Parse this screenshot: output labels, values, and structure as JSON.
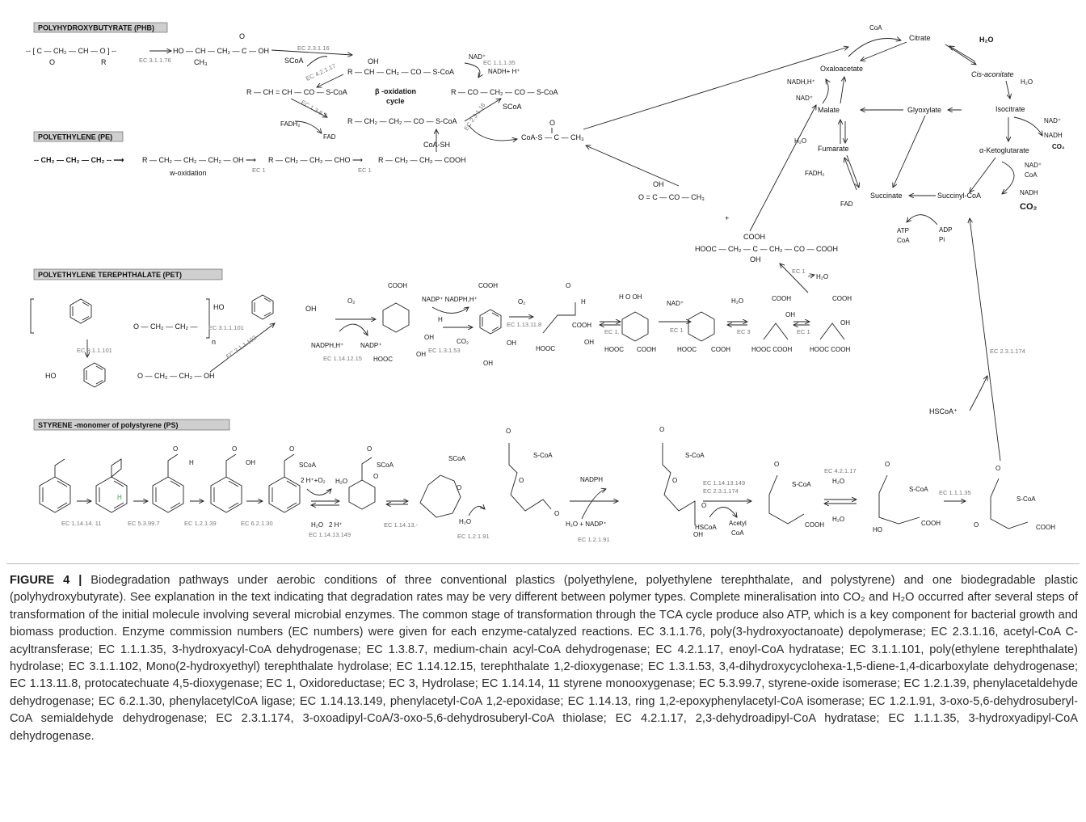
{
  "sections": {
    "phb": {
      "label": "POLYHYDROXYBUTYRATE (PHB)"
    },
    "pe": {
      "label": "POLYETHYLENE (PE)"
    },
    "pet": {
      "label": "POLYETHYLENE TEREPHTHALATE (PET)"
    },
    "ps": {
      "label": "STYRENE -monomer of  polystyrene (PS)"
    }
  },
  "phb": {
    "monomer_left": "-- [ C — CH₂ — CH — O ] --",
    "monomer_o": "O",
    "monomer_r": "R",
    "product": "HO — CH — CH₂ — C — OH",
    "product_ch3": "CH₃",
    "product_o": "O",
    "ec_depolymerase": "EC 3.1.1.76",
    "ec_acyltransferase": "EC 2.3.1.16",
    "scoa": "SCoA",
    "hydroxyacyl": "OH",
    "hydroxyacyl_chain": "R — CH — CH₂ — CO — S-CoA",
    "enoyl": "R — CH = CH — CO — S-CoA",
    "ketoacyl": "R — CO — CH₂ — CO — S-CoA",
    "acyl": "R — CH₂ — CH₂ — CO — S-CoA",
    "ec_hydratase": "EC 4.2.1.17",
    "ec_dehydrogenase": "EC 1.1.1.35",
    "ec_acyl_dh": "EC 1.3.8.7",
    "ec_thiolase": "EC 2.3.1.16",
    "nad": "NAD⁺",
    "nadh": "NADH+ H⁺",
    "fadh2": "FADH₂",
    "fad": "FAD",
    "scoa2": "SCoA",
    "beta_ox_1": "β -oxidation",
    "beta_ox_2": "cycle",
    "coash": "CoA-SH",
    "acetyl_coa": "CoA-S — C — CH₃",
    "acetyl_o": "O"
  },
  "pe": {
    "chain": "-- CH₂ — CH₂ — CH₂ -- ⟶",
    "alcohol": "R — CH₂ — CH₂ — CH₂ — OH ⟶",
    "w_ox": "w-oxidation",
    "ec1": "EC 1",
    "aldehyde": "R — CH₂ — CH₂ — CHO ⟶",
    "ec1b": "EC 1",
    "acid": "R — CH₂ — CH₂ — COOH"
  },
  "tca": {
    "coa": "CoA",
    "citrate": "Citrate",
    "h2o": "H₂O",
    "cisaconitate": "Cis-aconitate",
    "h2o_2": "H₂O",
    "isocitrate": "Isocitrate",
    "nad": "NAD⁺",
    "nadh": "NADH",
    "co2": "CO₂",
    "akg": "α-Ketoglutarate",
    "nad2": "NAD⁺",
    "coa2": "CoA",
    "nadh2": "NADH",
    "co2_2": "CO₂",
    "succinylcoa": "Succinyl-CoA",
    "atp": "ATP",
    "coa3": "CoA",
    "adp": "ADP",
    "pi": "Pi",
    "succinate": "Succinate",
    "fad": "FAD",
    "fadh2": "FADH₂",
    "fumarate": "Fumarate",
    "h2o_3": "H₂O",
    "malate": "Malate",
    "nad3": "NAD⁺",
    "nadh3": "NADH,H⁺",
    "oxaloacetate": "Oxaloacetate",
    "glyoxylate": "Glyoxylate",
    "pyruvate": "O = C — CO — CH₃",
    "pyruvate_oh": "OH",
    "plus": "+",
    "citramalate_cooh": "COOH",
    "citramalate": "HOOC — CH₂ — C — CH₂ — CO — COOH",
    "citramalate_oh": "OH",
    "ec1": "EC 1",
    "h2o_4": "H₂O",
    "ec_thiolase": "EC 2.3.1.174",
    "hscoa": "HSCoA⁺"
  },
  "pet": {
    "ester_tail": "O — CH₂ — CH₂ —",
    "n": "n",
    "ec_hydrolase": "EC 3.1.1.101",
    "ho": "HO",
    "oh": "OH",
    "ec_3_1_1_101": "EC 3.1.1.101",
    "mhet_ho": "HO",
    "mhet_tail": "O — CH₂ — CH₂ — OH",
    "ec_mhetase": "EC 3.1.1.102",
    "o2": "O₂",
    "nadph": "NADPH,H⁺",
    "nadp": "NADP⁺",
    "ec_dioxygenase": "EC 1.14.12.15",
    "cooh1": "COOH",
    "hooc1": "HOOC",
    "oh1": "OH",
    "oh1b": "OH",
    "nadp2": "NADP⁺ NADPH,H⁺",
    "h": "H",
    "co2": "CO₂",
    "ec_dh": "EC 1.3.1.53",
    "cooh2": "COOH",
    "oh2": "OH",
    "oh2b": "OH",
    "o2b": "O₂",
    "ec_protocat": "EC 1.13.11.8",
    "o_ald": "O",
    "h_ald": "H",
    "cooh3": "COOH",
    "hooc3": "HOOC",
    "oh3": "OH",
    "ec1a": "EC 1.",
    "hooc4": "HOOC",
    "cooh4": "COOH",
    "ho4": "H O OH",
    "nad": "NAD⁺",
    "ec1b": "EC 1",
    "hooc5": "HOOC",
    "cooh5": "COOH",
    "h2o": "H₂O",
    "ec3": "EC 3",
    "cooh6": "COOH",
    "oh6": "OH",
    "hooc6": "HOOC COOH",
    "ec1c": "EC 1",
    "cooh7": "COOH",
    "oh7": "OH",
    "hooc7": "HOOC COOH"
  },
  "ps": {
    "ec_mono": "EC 1.14.14. 11",
    "ec_isomerase": "EC 5.3.99.7",
    "ec_aldh": "EC 1.2.1.39",
    "ec_ligase": "EC 6.2.1.30",
    "ec_epox": "EC 1.14.13.149",
    "ec_ring": "EC 1.14.13.-",
    "ec_semi": "EC 1.2.1.91",
    "ec_semi2": "EC 1.2.1.91",
    "ec_pair": "EC 1.14.13.149",
    "ec_pair2": "EC 2.3.1.174",
    "ec_hydratase": "EC 4.2.1.17",
    "ec_hdh": "EC 1.1.1.35",
    "epoxide_h": "H",
    "ald_o": "O",
    "ald_h": "H",
    "acid_o": "O",
    "acid_oh": "OH",
    "scoa1": "SCoA",
    "scoa1_o": "O",
    "reag": "2 H⁺+O₂",
    "h2o": "H₂O",
    "h2o_b": "H₂O",
    "h2o_2h": "2 H⁺",
    "scoa2": "SCoA",
    "scoa2_o": "O",
    "o_ring": "O",
    "scoa3": "SCoA",
    "o_oxep": "O",
    "scoa4": "S-CoA",
    "scoa4_o": "O",
    "o_keto": "O",
    "o_ald": "O",
    "h2o_hydro": "H₂O",
    "nadph": "NADPH",
    "h2o_nadp": "H₂O + NADP⁺",
    "scoa5": "S-CoA",
    "scoa5_o": "O",
    "o_keto2": "O",
    "oh5": "OH",
    "o5": "O",
    "hscoa": "HSCoA",
    "acetyl": "Acetyl",
    "coa": "CoA",
    "scoa6": "S-CoA",
    "scoa6_o": "O",
    "cooh6": "COOH",
    "h2o6": "H₂O",
    "h2o6b": "H₂O",
    "scoa7": "S-CoA",
    "scoa7_o": "O",
    "ho7": "HO",
    "cooh7": "COOH",
    "scoa8": "S-CoA",
    "scoa8_o": "O",
    "o8": "O",
    "cooh8": "COOH"
  },
  "caption": {
    "label": "FIGURE 4 |",
    "text": " Biodegradation pathways under aerobic conditions of three conventional plastics (polyethylene, polyethylene terephthalate, and polystyrene) and one biodegradable plastic (polyhydroxybutyrate). See explanation in the text indicating that degradation rates may be very different between polymer types. Complete mineralisation into CO₂ and H₂O occurred after several steps of transformation of the initial molecule involving several microbial enzymes. The common stage of transformation through the TCA cycle produce also ATP, which is a key component for bacterial growth and biomass production. Enzyme commission numbers (EC numbers) were given for each enzyme-catalyzed reactions. EC 3.1.1.76, poly(3-hydroxyoctanoate) depolymerase; EC 2.3.1.16, acetyl-CoA C-acyltransferase; EC 1.1.1.35, 3-hydroxyacyl-CoA dehydrogenase; EC 1.3.8.7, medium-chain acyl-CoA dehydrogenase; EC 4.2.1.17, enoyl-CoA hydratase; EC 3.1.1.101, poly(ethylene terephthalate) hydrolase; EC 3.1.1.102, Mono(2-hydroxyethyl) terephthalate hydrolase; EC 1.14.12.15, terephthalate 1,2-dioxygenase; EC 1.3.1.53, 3,4-dihydroxycyclohexa-1,5-diene-1,4-dicarboxylate dehydrogenase; EC 1.13.11.8, protocatechuate 4,5-dioxygenase; EC 1, Oxidoreductase; EC 3, Hydrolase; EC 1.14.14, 11 styrene monooxygenase; EC 5.3.99.7, styrene-oxide isomerase; EC 1.2.1.39, phenylacetaldehyde dehydrogenase; EC 6.2.1.30, phenylacetylCoA ligase; EC 1.14.13.149, phenylacetyl-CoA 1,2-epoxidase; EC 1.14.13, ring 1,2-epoxyphenylacetyl-CoA isomerase; EC 1.2.1.91, 3-oxo-5,6-dehydrosuberyl-CoA semialdehyde dehydrogenase; EC 2.3.1.174, 3-oxoadipyl-CoA/3-oxo-5,6-dehydrosuberyl-CoA thiolase; EC 4.2.1.17, 2,3-dehydroadipyl-CoA hydratase; EC 1.1.1.35, 3-hydroxyadipyl-CoA dehydrogenase."
  }
}
